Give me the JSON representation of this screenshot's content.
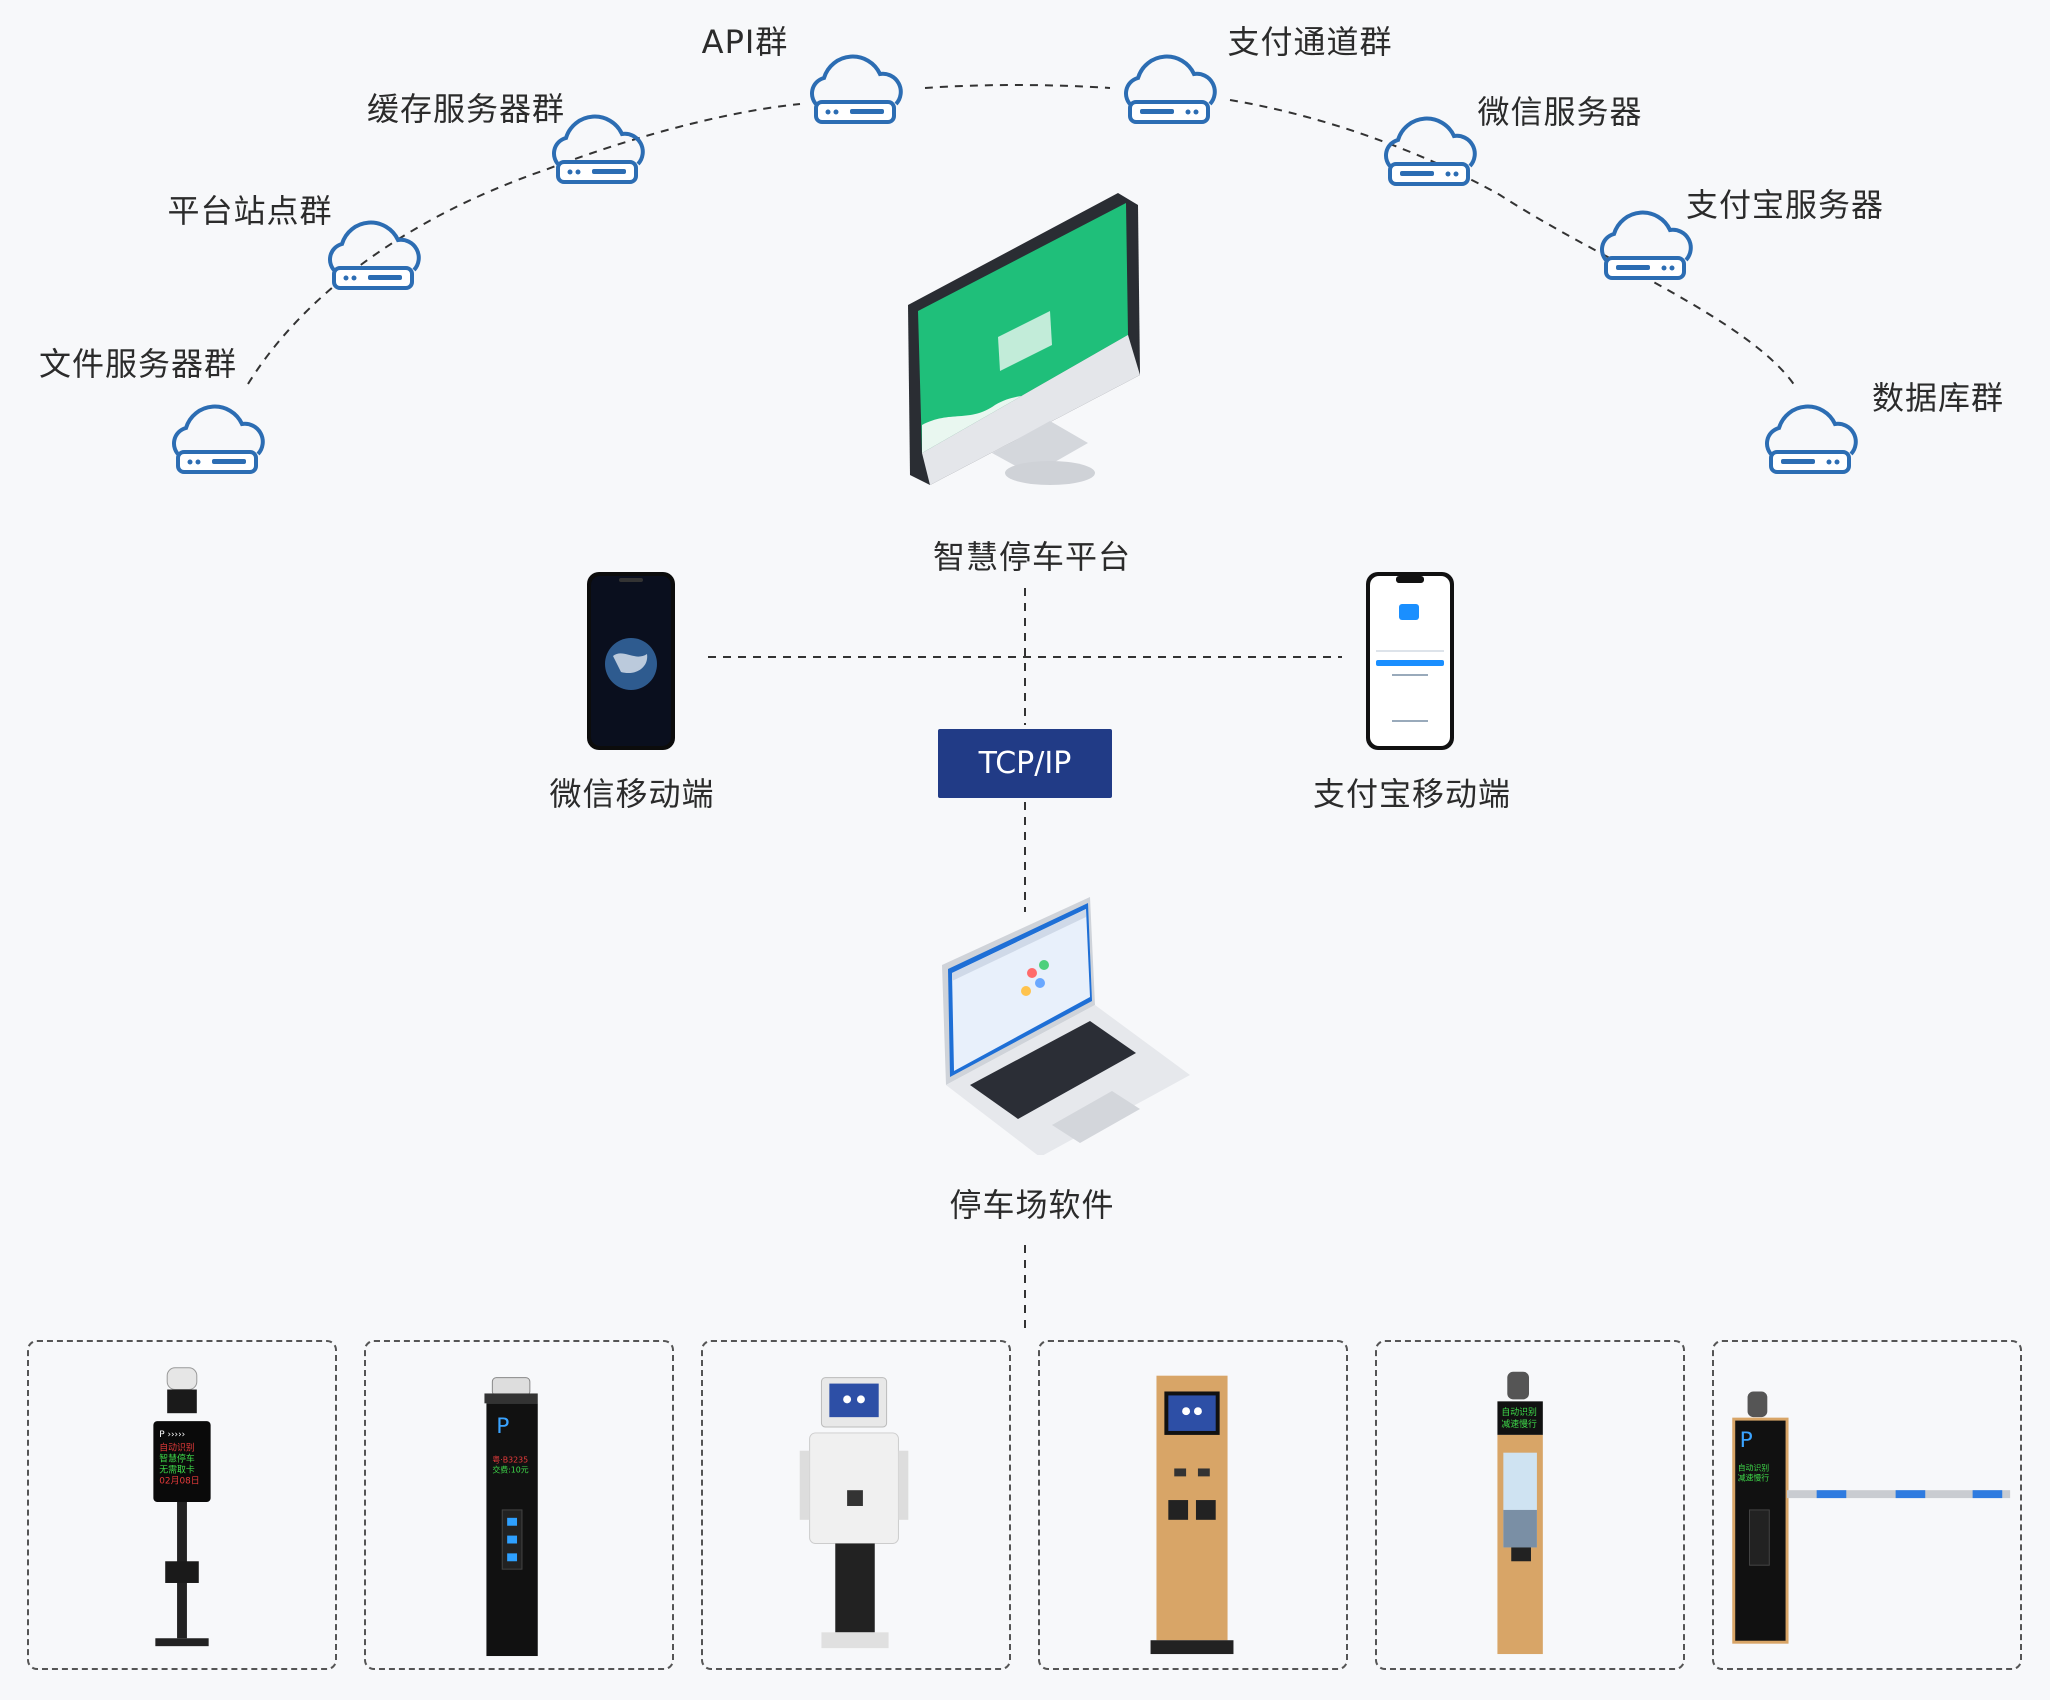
{
  "clouds": {
    "file_servers": "文件服务器群",
    "platform_sites": "平台站点群",
    "cache_servers": "缓存服务器群",
    "api": "API群",
    "payment_channel": "支付通道群",
    "wechat_servers": "微信服务器",
    "alipay_servers": "支付宝服务器",
    "database": "数据库群"
  },
  "platform": {
    "label": "智慧停车平台"
  },
  "mobile": {
    "wechat": "微信移动端",
    "alipay": "支付宝移动端"
  },
  "protocol": {
    "label": "TCP/IP"
  },
  "software": {
    "label": "停车场软件"
  },
  "devices": {
    "sign1": "自动识别 智慧停车 无需取卡 02月08日",
    "sign5": "自动识别 减速慢行",
    "sign6": "自动识别 减速慢行"
  },
  "colors": {
    "accent": "#213b86",
    "icon": "#2c6db3",
    "screen_green": "#1fbf7a"
  }
}
